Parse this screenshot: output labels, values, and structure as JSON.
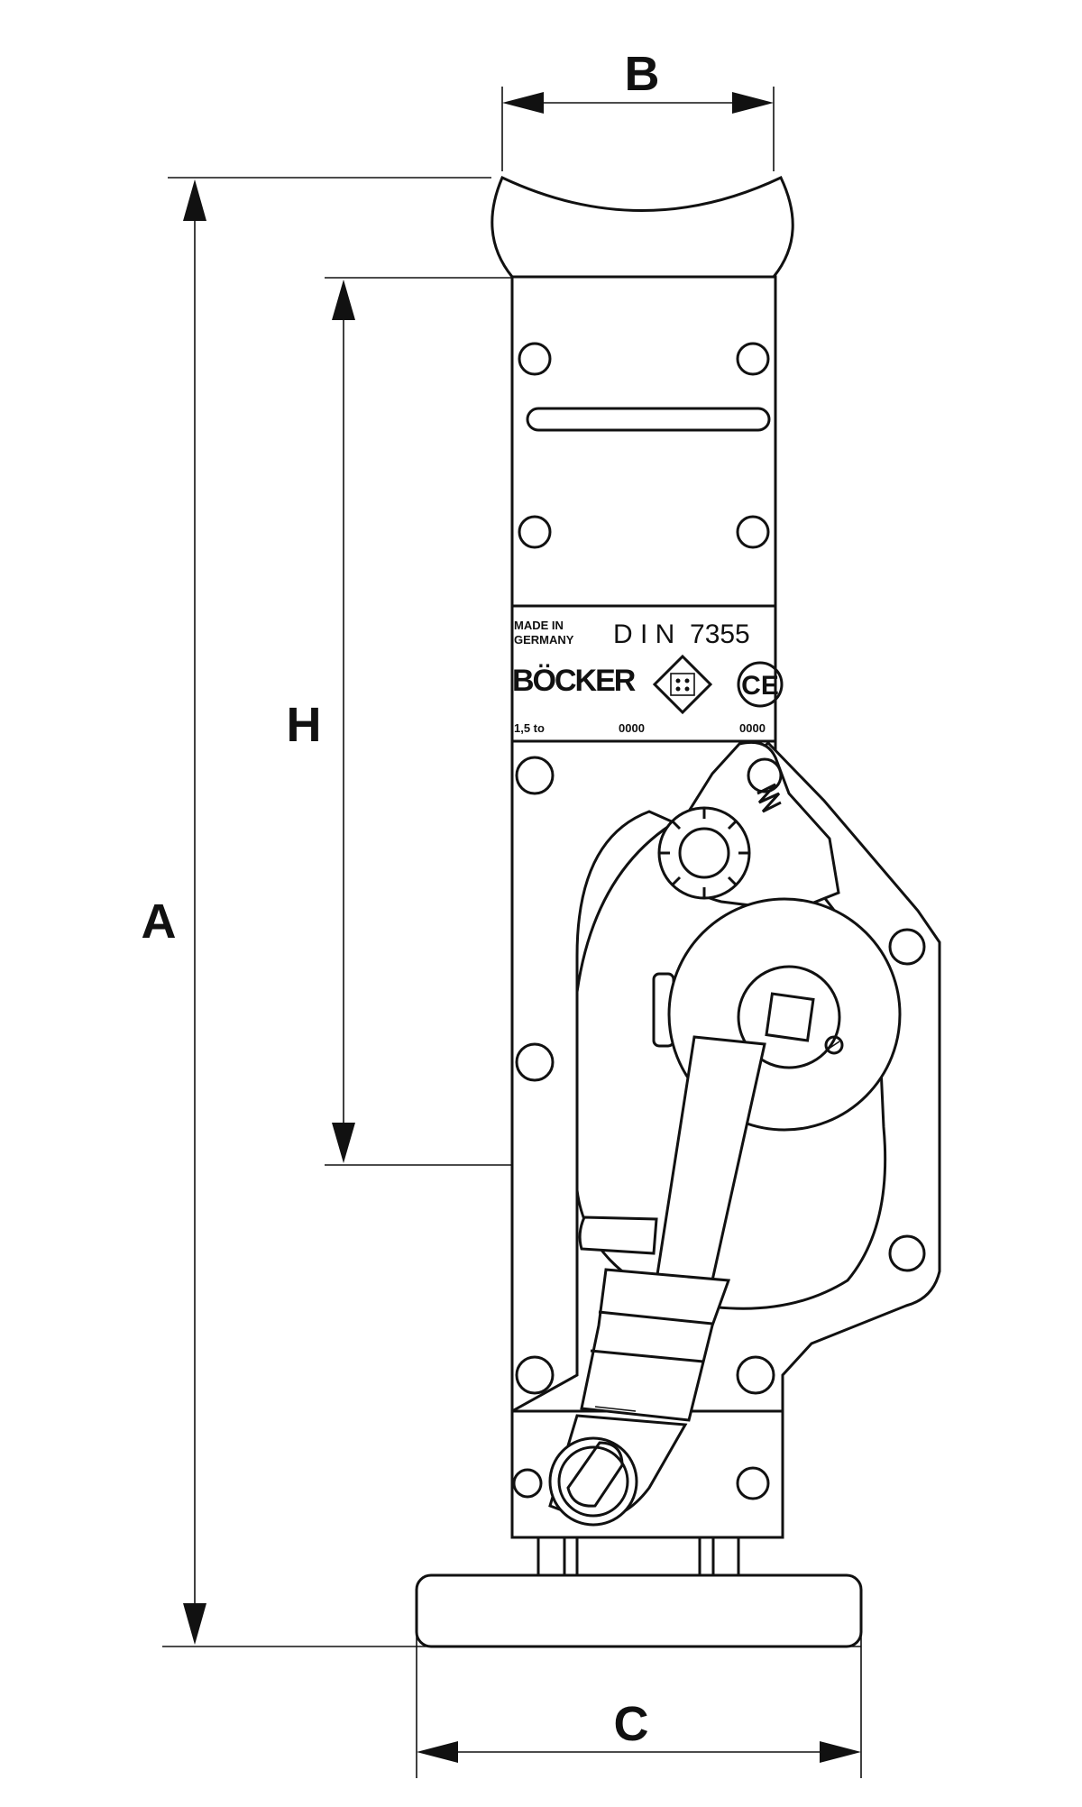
{
  "dimensions": {
    "width_top": "B",
    "width_base": "C",
    "overall_height": "A",
    "lift_height": "H"
  },
  "nameplate": {
    "origin_line1": "MADE IN",
    "origin_line2": "GERMANY",
    "standard": "D I N  7355",
    "brand": "BÖCKER",
    "ce_mark": "CE",
    "capacity": "1,5 to",
    "serial_1": "0000",
    "serial_2": "0000"
  }
}
